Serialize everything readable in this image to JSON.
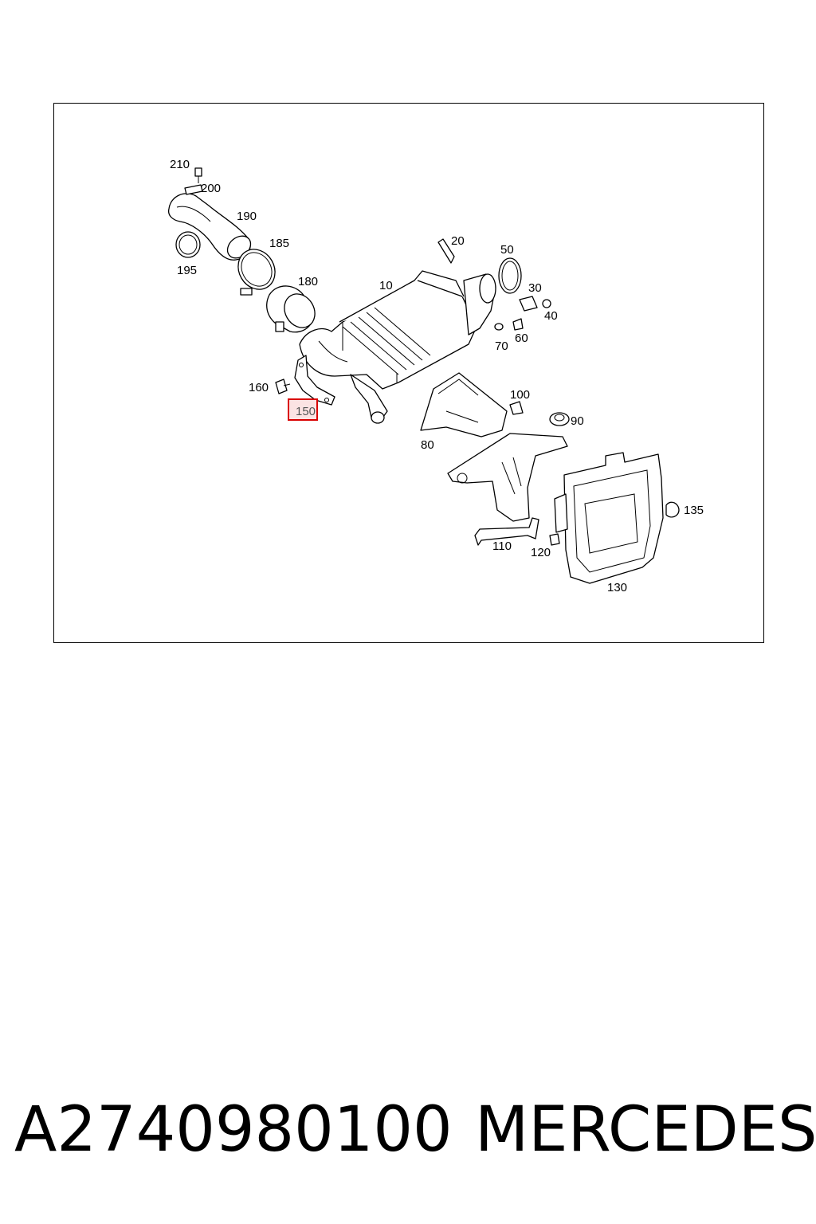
{
  "diagram": {
    "labels": {
      "p210": "210",
      "p200": "200",
      "p190": "190",
      "p195": "195",
      "p185": "185",
      "p180": "180",
      "p20": "20",
      "p50": "50",
      "p10": "10",
      "p30": "30",
      "p40": "40",
      "p60": "60",
      "p70": "70",
      "p160": "160",
      "p150": "150",
      "p100": "100",
      "p90": "90",
      "p80": "80",
      "p135": "135",
      "p110": "110",
      "p120": "120",
      "p130": "130"
    },
    "highlighted_part": "150",
    "highlight_color": "#d90000"
  },
  "caption": {
    "part_number": "A2740980100",
    "brand": "MERCEDES"
  }
}
